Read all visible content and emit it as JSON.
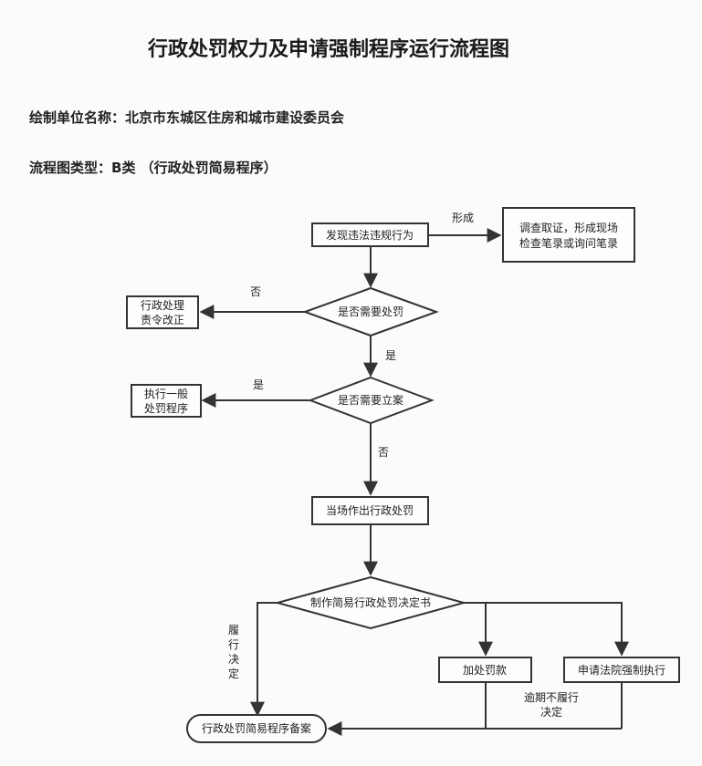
{
  "title": "行政处罚权力及申请强制程序运行流程图",
  "unit": {
    "label": "绘制单位名称：",
    "value": "北京市东城区住房和城市建设委员会"
  },
  "chart_type": {
    "label": "流程图类型：",
    "value": "B类 （行政处罚简易程序）"
  },
  "nodes": {
    "discover": "发现违法违规行为",
    "investigate": [
      "调查取证，形成现场",
      "检查笔录或询问笔录"
    ],
    "need_punish": "是否需要处罚",
    "correct": [
      "行政处理",
      "责令改正"
    ],
    "need_case": "是否需要立案",
    "general": [
      "执行一般",
      "处罚程序"
    ],
    "onsite": "当场作出行政处罚",
    "decision": "制作简易行政处罚决定书",
    "fine": "加处罚款",
    "court": "申请法院强制执行",
    "archive": "行政处罚简易程序备案"
  },
  "edges": {
    "form": "形成",
    "no1": "否",
    "yes1": "是",
    "yes2": "是",
    "no2": "否",
    "fulfil": [
      "履",
      "行",
      "决",
      "定"
    ],
    "overdue": [
      "逾期不履行",
      "决定"
    ]
  }
}
